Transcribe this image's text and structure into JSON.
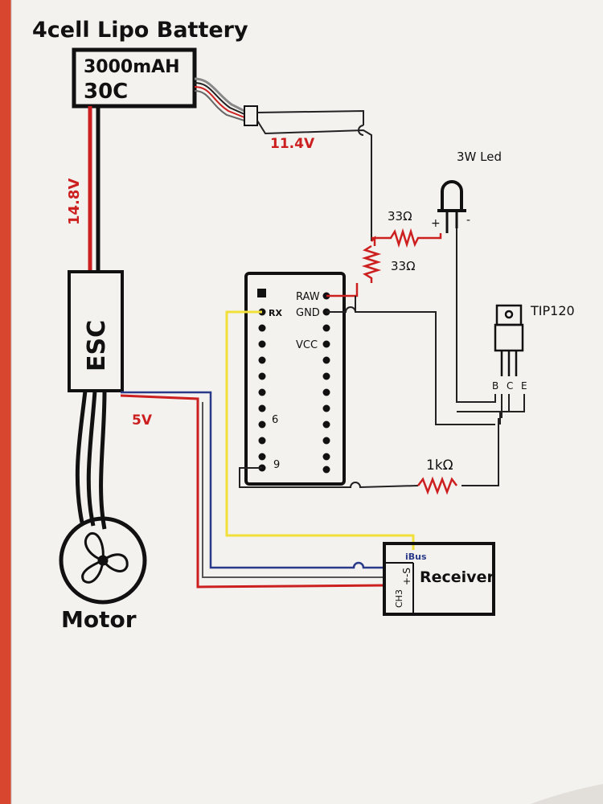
{
  "labels": {
    "battery_title": "4cell Lipo Battery",
    "battery_capacity": "3000mAH",
    "battery_rating": "30C",
    "voltage_main": "14.8V",
    "voltage_balance": "11.4V",
    "voltage_esc_out": "5V",
    "esc": "ESC",
    "motor": "Motor",
    "led": "3W Led",
    "led_plus": "+",
    "led_minus": "-",
    "resistor_1": "33Ω",
    "resistor_2": "33Ω",
    "resistor_3": "1kΩ",
    "transistor": "TIP120",
    "pin_b": "B",
    "pin_c": "C",
    "pin_e": "E",
    "pin_raw": "RAW",
    "pin_gnd": "GND",
    "pin_vcc": "VCC",
    "pin_rx": "RX",
    "pin_6": "6",
    "pin_9": "9",
    "receiver": "Receiver",
    "receiver_ibus": "iBus",
    "receiver_ch3": "CH3",
    "receiver_pins": "+-S"
  },
  "colors": {
    "paper": "#f4f2ef",
    "ink": "#1a1a1a",
    "red_wire": "#cc2020",
    "blue_wire": "#2a3a8a",
    "yellow_wire": "#f2e03a",
    "desk": "#d9462f"
  }
}
